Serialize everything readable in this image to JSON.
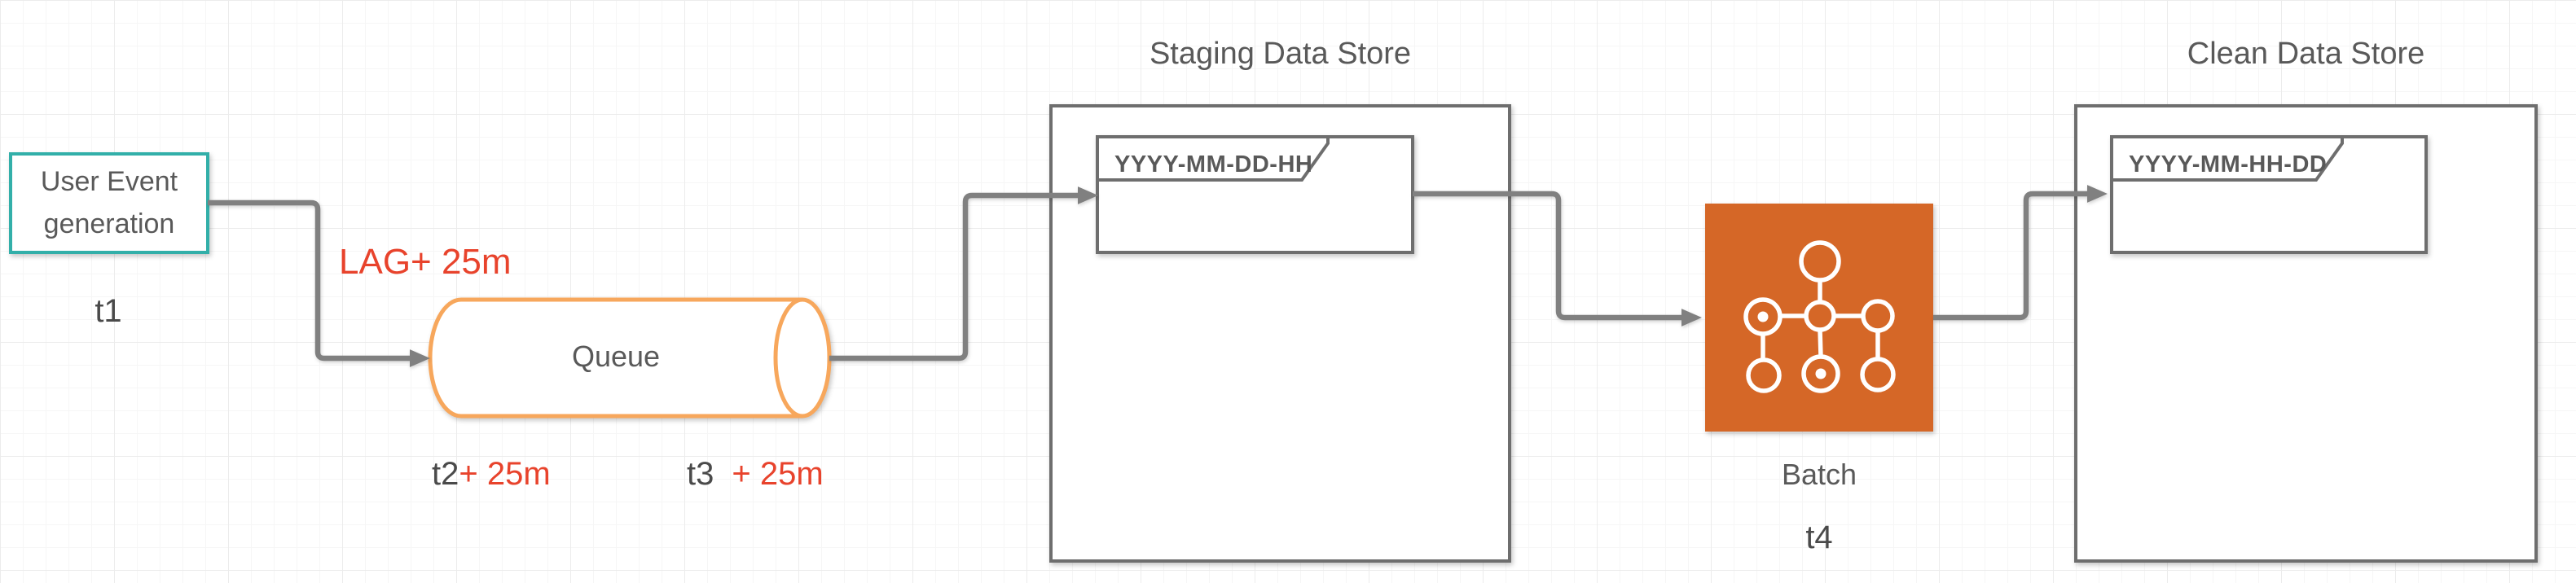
{
  "colors": {
    "edge_gray": "#808080",
    "container_border": "#6e6e6e",
    "label_gray": "#595959",
    "timestamp_gray": "#4a4a4a",
    "highlight_red": "#e8432c",
    "user_event_teal": "#32afa9",
    "queue_orange": "#f7a75c",
    "batch_orange": "#d56727"
  },
  "nodes": {
    "user_event": {
      "label": "User Event generation",
      "timestamp": "t1"
    },
    "queue": {
      "label": "Queue",
      "lag_annotation": "LAG+ 25m",
      "in_timestamp": "t2",
      "in_delay": "+ 25m",
      "out_timestamp": "t3",
      "out_delay": "+ 25m"
    },
    "staging_store": {
      "title": "Staging Data Store",
      "partition_label": "YYYY-MM-DD-HH"
    },
    "batch": {
      "label": "Batch",
      "timestamp": "t4"
    },
    "clean_store": {
      "title": "Clean Data Store",
      "partition_label": "YYYY-MM-HH-DD"
    }
  }
}
